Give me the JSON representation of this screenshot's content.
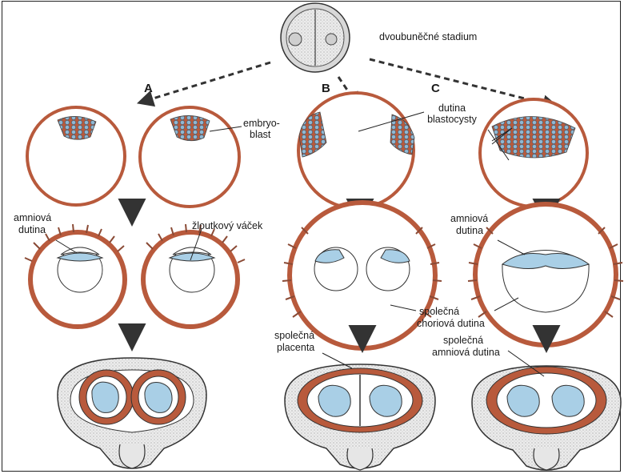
{
  "labels": {
    "top_stage": "dvoubuněčné stadium",
    "route_a": "A",
    "route_b": "B",
    "route_c": "C",
    "embryoblast_1": "embryo-",
    "embryoblast_2": "blast",
    "blastocyst_1": "dutina",
    "blastocyst_2": "blastocysty",
    "amnion_a_1": "amniová",
    "amnion_a_2": "dutina",
    "yolk_sac": "žloutkový váček",
    "amnion_c_1": "amniová",
    "amnion_c_2": "dutina",
    "common_chorion_1": "společná",
    "common_chorion_2": "choriová dutina",
    "common_placenta_1": "společná",
    "common_placenta_2": "placenta",
    "common_amnion_1": "společná",
    "common_amnion_2": "amniová dutina"
  },
  "colors": {
    "trophoblast": "#b85a3c",
    "embryo": "#a9cfe6",
    "embryo_dark": "#6f9fbf",
    "line": "#222222",
    "uterus_fill": "#f3f3f3"
  }
}
